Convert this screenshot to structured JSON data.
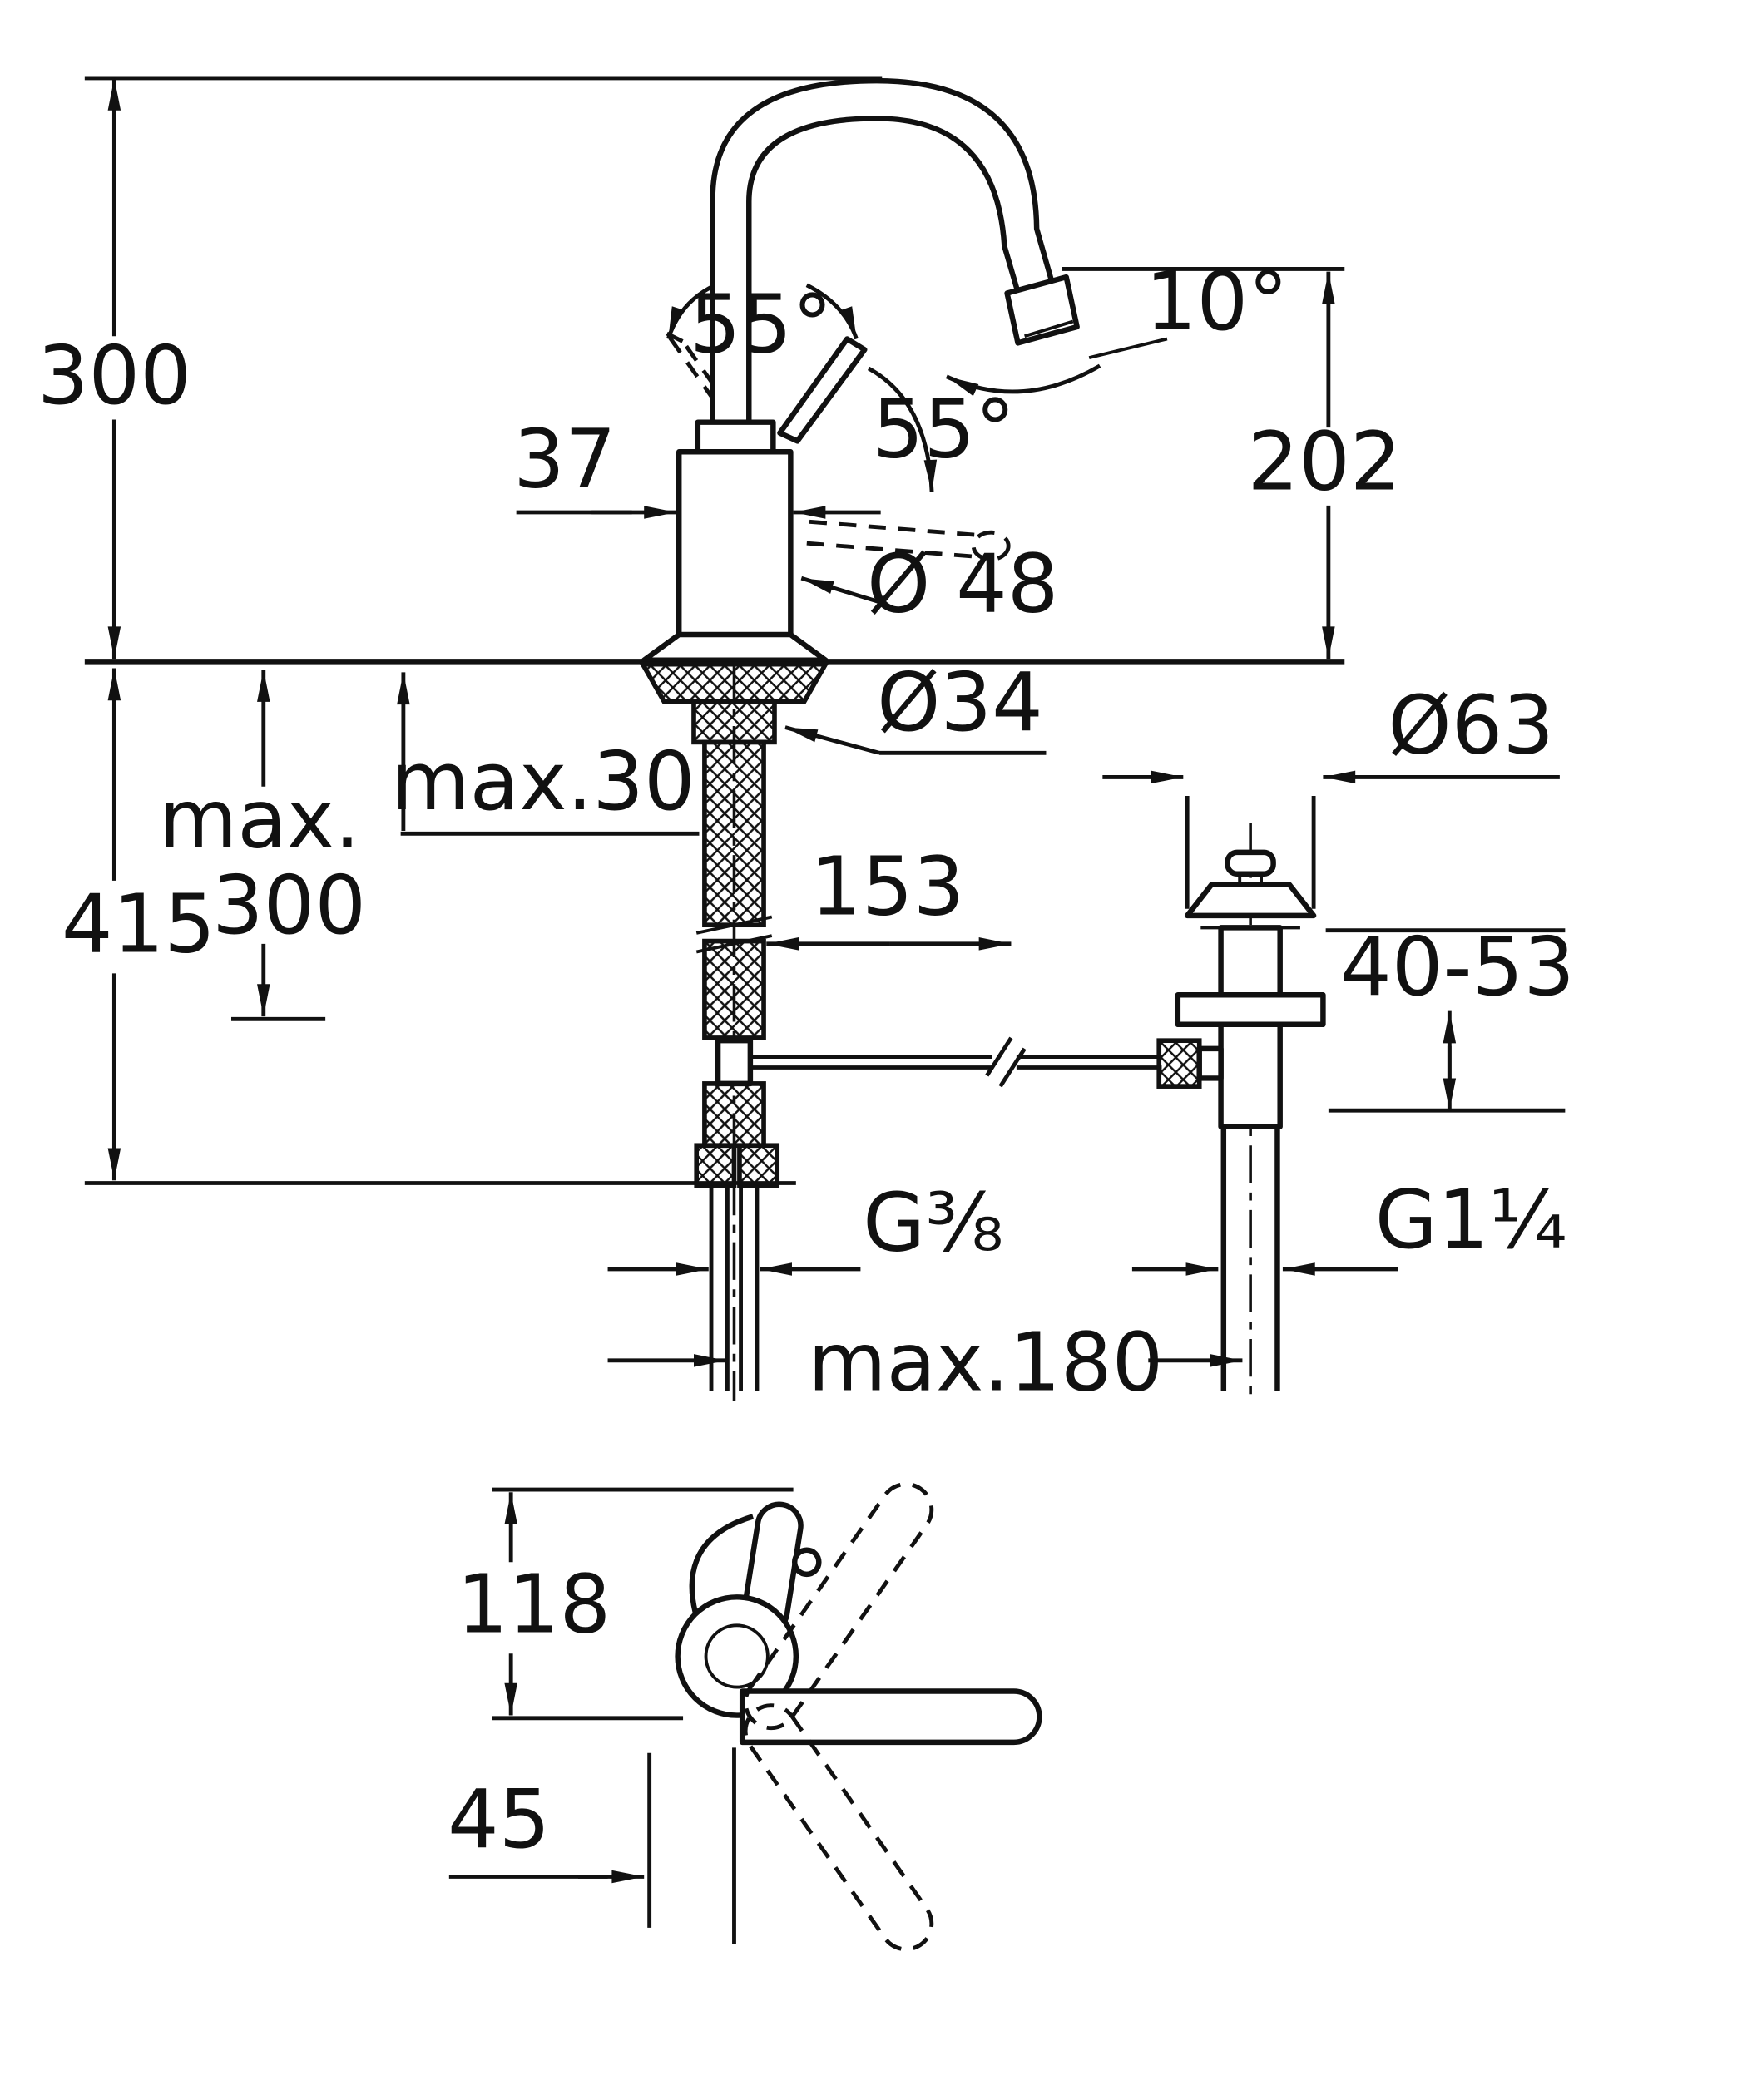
{
  "drawing": {
    "kind": "faucet-installation-dimension-drawing",
    "colors": {
      "line": "#111111",
      "background": "#ffffff"
    }
  },
  "labels": {
    "height_total": "300",
    "swing_left": "55°",
    "swing_right": "55°",
    "body_width": "37",
    "spout_tilt": "10°",
    "spout_height": "202",
    "body_diameter": "Ø 48",
    "shank_diameter": "Ø34",
    "deck_max": "max.30",
    "hose_max_prefix": "max.",
    "hose_max_value": "300",
    "under_depth": "415",
    "rod_offset": "153",
    "waste_diameter": "Ø63",
    "waste_range": "40-53",
    "supply_thread": "G³⁄₈",
    "waste_thread": "G1¹⁄₄",
    "center_max": "max.180",
    "top_height": "118",
    "top_offset": "45"
  }
}
